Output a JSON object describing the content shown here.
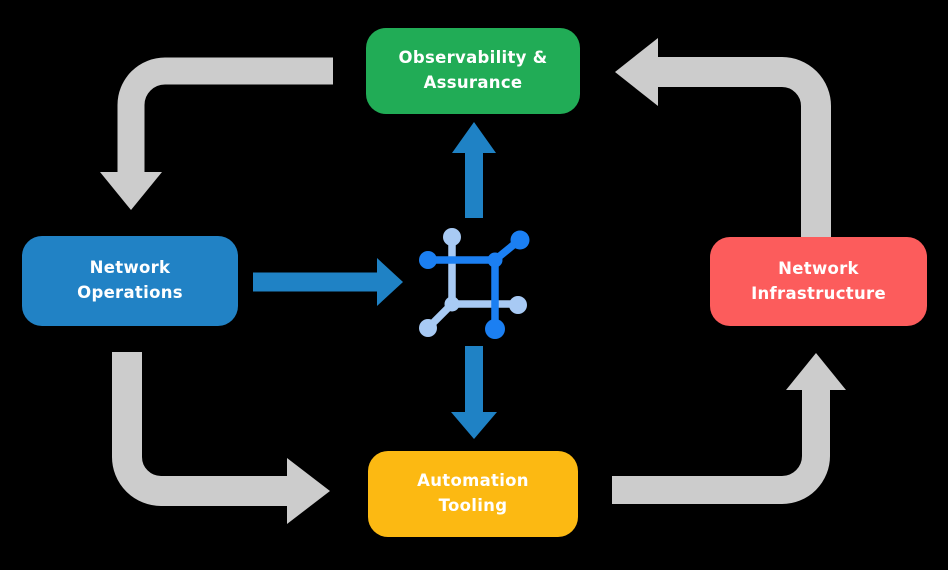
{
  "diagram": {
    "description": "Closed-loop network automation cycle",
    "nodes": {
      "observability": {
        "label": "Observability &\nAssurance",
        "color": "#21AC56"
      },
      "operations": {
        "label": "Network\nOperations",
        "color": "#2182C5"
      },
      "infrastructure": {
        "label": "Network\nInfrastructure",
        "color": "#FC5C5C"
      },
      "tooling": {
        "label": "Automation\nTooling",
        "color": "#FCB912"
      }
    },
    "center_icon": {
      "name": "network-automation-icon",
      "color_dark": "#1B7FF2",
      "color_light": "#A8CAF4"
    },
    "flows": [
      {
        "from": "observability",
        "to": "operations",
        "style": "gray-elbow"
      },
      {
        "from": "operations",
        "to": "center-icon",
        "style": "blue-straight"
      },
      {
        "from": "center-icon",
        "to": "observability",
        "style": "blue-straight"
      },
      {
        "from": "center-icon",
        "to": "tooling",
        "style": "blue-straight"
      },
      {
        "from": "operations",
        "to": "tooling",
        "style": "gray-elbow"
      },
      {
        "from": "tooling",
        "to": "infrastructure",
        "style": "gray-elbow"
      },
      {
        "from": "infrastructure",
        "to": "observability",
        "style": "gray-elbow"
      }
    ],
    "colors": {
      "background": "#000000",
      "arrow_gray": "#CCCCCC",
      "arrow_blue": "#1F82C5",
      "text": "#FFFFFF"
    }
  }
}
